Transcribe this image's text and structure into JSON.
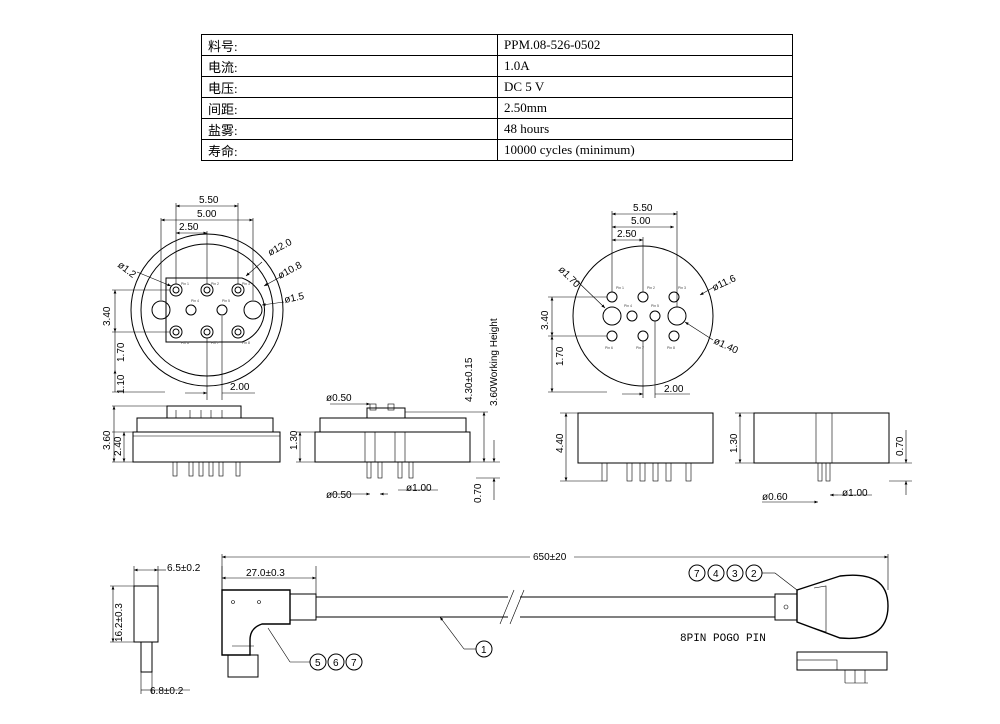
{
  "spec_table": {
    "rows": [
      {
        "label": "料号:",
        "value": "PPM.08-526-0502"
      },
      {
        "label": "电流:",
        "value": "1.0A"
      },
      {
        "label": "电压:",
        "value": "DC 5 V"
      },
      {
        "label": "间距:",
        "value": "2.50mm"
      },
      {
        "label": "盐雾:",
        "value": "48 hours"
      },
      {
        "label": "寿命:",
        "value": "10000 cycles (minimum)"
      }
    ]
  },
  "male_top_view": {
    "dims": {
      "w550": "5.50",
      "w500": "5.00",
      "w250": "2.50",
      "d120": "ø12.0",
      "d108": "ø10.8",
      "d15": "ø1.5",
      "d12": "ø1.2",
      "h340": "3.40",
      "h170": "1.70",
      "h110": "1.10",
      "w200": "2.00"
    },
    "pins": [
      "Pin 1",
      "Pin 2",
      "Pin 3",
      "Pin 4",
      "Pin 5",
      "Pin 6",
      "Pin 7",
      "Pin 8"
    ]
  },
  "female_top_view": {
    "dims": {
      "w550": "5.50",
      "w500": "5.00",
      "w250": "2.50",
      "d116": "ø11.6",
      "d170": "ø1.70",
      "d140": "ø1.40",
      "h340": "3.40",
      "h170": "1.70",
      "w200": "2.00"
    },
    "pins": [
      "Pin 1",
      "Pin 2",
      "Pin 3",
      "Pin 4",
      "Pin 5",
      "Pin 6",
      "Pin 7",
      "Pin 8"
    ]
  },
  "male_side_views": {
    "dims": {
      "h360": "3.60",
      "h240": "2.40",
      "h130": "1.30",
      "d050a": "ø0.50",
      "d050b": "ø0.50",
      "d100": "ø1.00",
      "h070": "0.70",
      "h430": "4.30±0.15",
      "wh": "3.60Working Height"
    }
  },
  "female_side_views": {
    "dims": {
      "h440": "4.40",
      "h130": "1.30",
      "h070": "0.70",
      "d060": "ø0.60",
      "d100": "ø1.00"
    }
  },
  "cable": {
    "dims": {
      "w65": "6.5±0.2",
      "h162": "16.2±0.3",
      "w68": "6.8±0.2",
      "w270": "27.0±0.3",
      "len": "650±20"
    },
    "balloons_top": [
      "7",
      "4",
      "3",
      "2"
    ],
    "balloons_bottom": [
      "5",
      "6",
      "7"
    ],
    "balloon_cable": "1",
    "label": "8PIN POGO PIN"
  }
}
